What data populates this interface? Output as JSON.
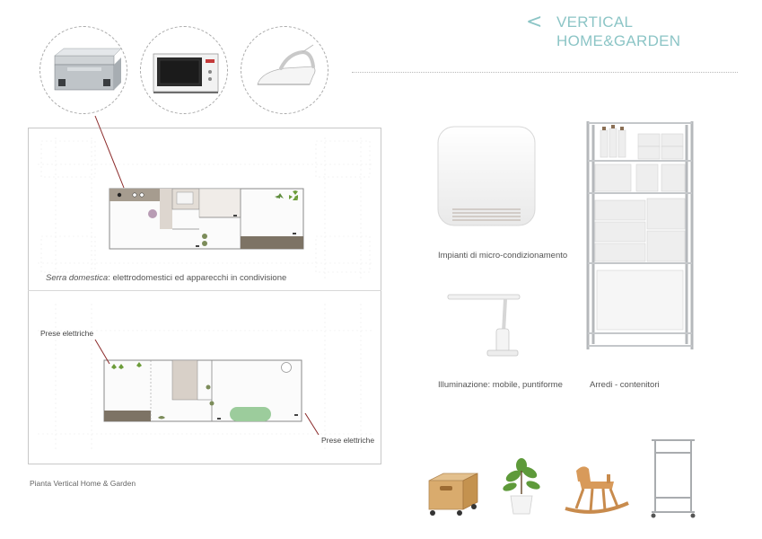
{
  "header": {
    "back_glyph": "<",
    "title_line1": "VERTICAL",
    "title_line2": "HOME&GARDEN",
    "accent_color": "#8cc5c6"
  },
  "appliance_circles": [
    {
      "name": "griddle-icon",
      "label": ""
    },
    {
      "name": "microwave-icon",
      "label": ""
    },
    {
      "name": "iron-icon",
      "label": ""
    }
  ],
  "plan": {
    "upper_caption_italic": "Serra domestica",
    "upper_caption_rest": ": elettrodomestici ed apparecchi in condivisione",
    "lower_pointer_left": "Prese elettriche",
    "lower_pointer_right": "Prese elettriche",
    "footer_caption": "Pianta Vertical Home & Garden",
    "pointer_color": "#8b2a2a"
  },
  "products": {
    "heater_caption": "Impianti di micro-condizionamento",
    "lamp_caption": "Illuminazione: mobile, puntiforme",
    "shelf_caption": "Arredi - contenitori"
  },
  "bottom_items": [
    {
      "name": "wooden-crate-icon"
    },
    {
      "name": "potted-plant-icon"
    },
    {
      "name": "rocking-horse-icon"
    },
    {
      "name": "clothes-rack-icon"
    }
  ]
}
